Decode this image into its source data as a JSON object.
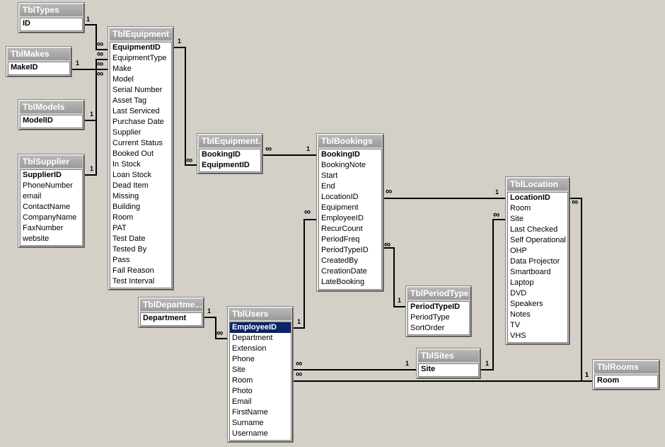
{
  "tables": [
    {
      "id": "types",
      "name": "TblTypes",
      "fields": [
        {
          "name": "ID",
          "pk": true
        }
      ]
    },
    {
      "id": "makes",
      "name": "TblMakes",
      "fields": [
        {
          "name": "MakeID",
          "pk": true
        }
      ]
    },
    {
      "id": "models",
      "name": "TblModels",
      "fields": [
        {
          "name": "ModelID",
          "pk": true
        }
      ]
    },
    {
      "id": "supplier",
      "name": "TblSupplier",
      "fields": [
        {
          "name": "SupplierID",
          "pk": true
        },
        {
          "name": "PhoneNumber"
        },
        {
          "name": "email"
        },
        {
          "name": "ContactName"
        },
        {
          "name": "CompanyName"
        },
        {
          "name": "FaxNumber"
        },
        {
          "name": "website"
        }
      ]
    },
    {
      "id": "equipment",
      "name": "TblEquipment",
      "fields": [
        {
          "name": "EquipmentID",
          "pk": true
        },
        {
          "name": "EquipmentType"
        },
        {
          "name": "Make"
        },
        {
          "name": "Model"
        },
        {
          "name": "Serial Number"
        },
        {
          "name": "Asset Tag"
        },
        {
          "name": "Last Serviced"
        },
        {
          "name": "Purchase Date"
        },
        {
          "name": "Supplier"
        },
        {
          "name": "Current Status"
        },
        {
          "name": "Booked Out"
        },
        {
          "name": "In Stock"
        },
        {
          "name": "Loan Stock"
        },
        {
          "name": "Dead Item"
        },
        {
          "name": "Missing"
        },
        {
          "name": "Building"
        },
        {
          "name": "Room"
        },
        {
          "name": "PAT"
        },
        {
          "name": "Test Date"
        },
        {
          "name": "Tested By"
        },
        {
          "name": "Pass"
        },
        {
          "name": "Fail Reason"
        },
        {
          "name": "Test Interval"
        }
      ]
    },
    {
      "id": "equipbook",
      "name": "TblEquipment...",
      "fields": [
        {
          "name": "BookingID",
          "pk": true
        },
        {
          "name": "EquipmentID",
          "pk": true
        }
      ]
    },
    {
      "id": "bookings",
      "name": "TblBookings",
      "fields": [
        {
          "name": "BookingID",
          "pk": true
        },
        {
          "name": "BookingNote"
        },
        {
          "name": "Start"
        },
        {
          "name": "End"
        },
        {
          "name": "LocationID"
        },
        {
          "name": "Equipment"
        },
        {
          "name": "EmployeeID"
        },
        {
          "name": "RecurCount"
        },
        {
          "name": "PeriodFreq"
        },
        {
          "name": "PeriodTypeID"
        },
        {
          "name": "CreatedBy"
        },
        {
          "name": "CreationDate"
        },
        {
          "name": "LateBooking"
        }
      ]
    },
    {
      "id": "periodtype",
      "name": "TblPeriodType",
      "fields": [
        {
          "name": "PeriodTypeID",
          "pk": true
        },
        {
          "name": "PeriodType"
        },
        {
          "name": "SortOrder"
        }
      ]
    },
    {
      "id": "location",
      "name": "TblLocation",
      "fields": [
        {
          "name": "LocationID",
          "pk": true
        },
        {
          "name": "Room"
        },
        {
          "name": "Site"
        },
        {
          "name": "Last Checked"
        },
        {
          "name": "Self Operational"
        },
        {
          "name": "OHP"
        },
        {
          "name": "Data Projector"
        },
        {
          "name": "Smartboard"
        },
        {
          "name": "Laptop"
        },
        {
          "name": "DVD"
        },
        {
          "name": "Speakers"
        },
        {
          "name": "Notes"
        },
        {
          "name": "TV"
        },
        {
          "name": "VHS"
        }
      ]
    },
    {
      "id": "department",
      "name": "TblDepartme...",
      "fields": [
        {
          "name": "Department",
          "pk": true
        }
      ]
    },
    {
      "id": "users",
      "name": "TblUsers",
      "fields": [
        {
          "name": "EmployeeID",
          "pk": true,
          "selected": true
        },
        {
          "name": "Department"
        },
        {
          "name": "Extension"
        },
        {
          "name": "Phone"
        },
        {
          "name": "Site"
        },
        {
          "name": "Room"
        },
        {
          "name": "Photo"
        },
        {
          "name": "Email"
        },
        {
          "name": "FirstName"
        },
        {
          "name": "Surname"
        },
        {
          "name": "Username"
        }
      ]
    },
    {
      "id": "sites",
      "name": "TblSites",
      "fields": [
        {
          "name": "Site",
          "pk": true
        }
      ]
    },
    {
      "id": "rooms",
      "name": "TblRooms",
      "fields": [
        {
          "name": "Room",
          "pk": true
        }
      ]
    }
  ],
  "relationships": [
    {
      "from": "types",
      "to": "equipment",
      "one": "1",
      "many": "∞"
    },
    {
      "from": "makes",
      "to": "equipment",
      "one": "1",
      "many": "∞"
    },
    {
      "from": "models",
      "to": "equipment",
      "one": "1",
      "many": "∞"
    },
    {
      "from": "supplier",
      "to": "equipment",
      "one": "1",
      "many": "∞"
    },
    {
      "from": "equipment",
      "to": "equipbook",
      "one": "1",
      "many": "∞"
    },
    {
      "from": "bookings",
      "to": "equipbook",
      "one": "1",
      "many": "∞"
    },
    {
      "from": "location",
      "to": "bookings",
      "one": "1",
      "many": "∞"
    },
    {
      "from": "periodtype",
      "to": "bookings",
      "one": "1",
      "many": "∞"
    },
    {
      "from": "users",
      "to": "bookings",
      "one": "1",
      "many": "∞"
    },
    {
      "from": "department",
      "to": "users",
      "one": "1",
      "many": "∞"
    },
    {
      "from": "sites",
      "to": "users",
      "one": "1",
      "many": "∞"
    },
    {
      "from": "sites",
      "to": "location",
      "one": "1",
      "many": "∞"
    },
    {
      "from": "rooms",
      "to": "users",
      "one": "1",
      "many": "∞"
    },
    {
      "from": "rooms",
      "to": "location",
      "one": "1",
      "many": "∞"
    }
  ]
}
